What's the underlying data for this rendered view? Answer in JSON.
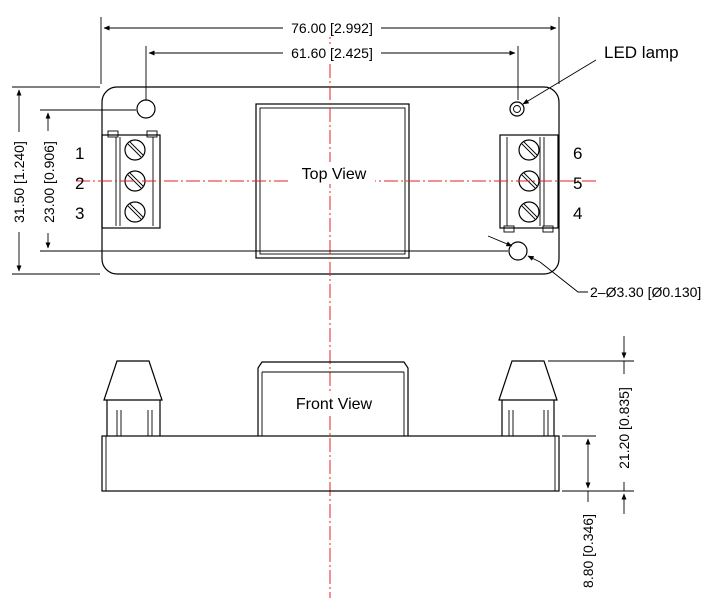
{
  "top_view": {
    "label": "Top View",
    "dim_overall_length": "76.00 [2.992]",
    "dim_hole_spacing": "61.60 [2.425]",
    "dim_overall_width": "31.50 [1.240]",
    "dim_hole_width": "23.00 [0.906]",
    "hole_callout": "2–Ø3.30 [Ø0.130]",
    "led_callout": "LED lamp",
    "left_pins": [
      "1",
      "2",
      "3"
    ],
    "right_pins": [
      "6",
      "5",
      "4"
    ]
  },
  "front_view": {
    "label": "Front View",
    "dim_total_height": "21.20 [0.835]",
    "dim_base_height": "8.80 [0.346]"
  }
}
